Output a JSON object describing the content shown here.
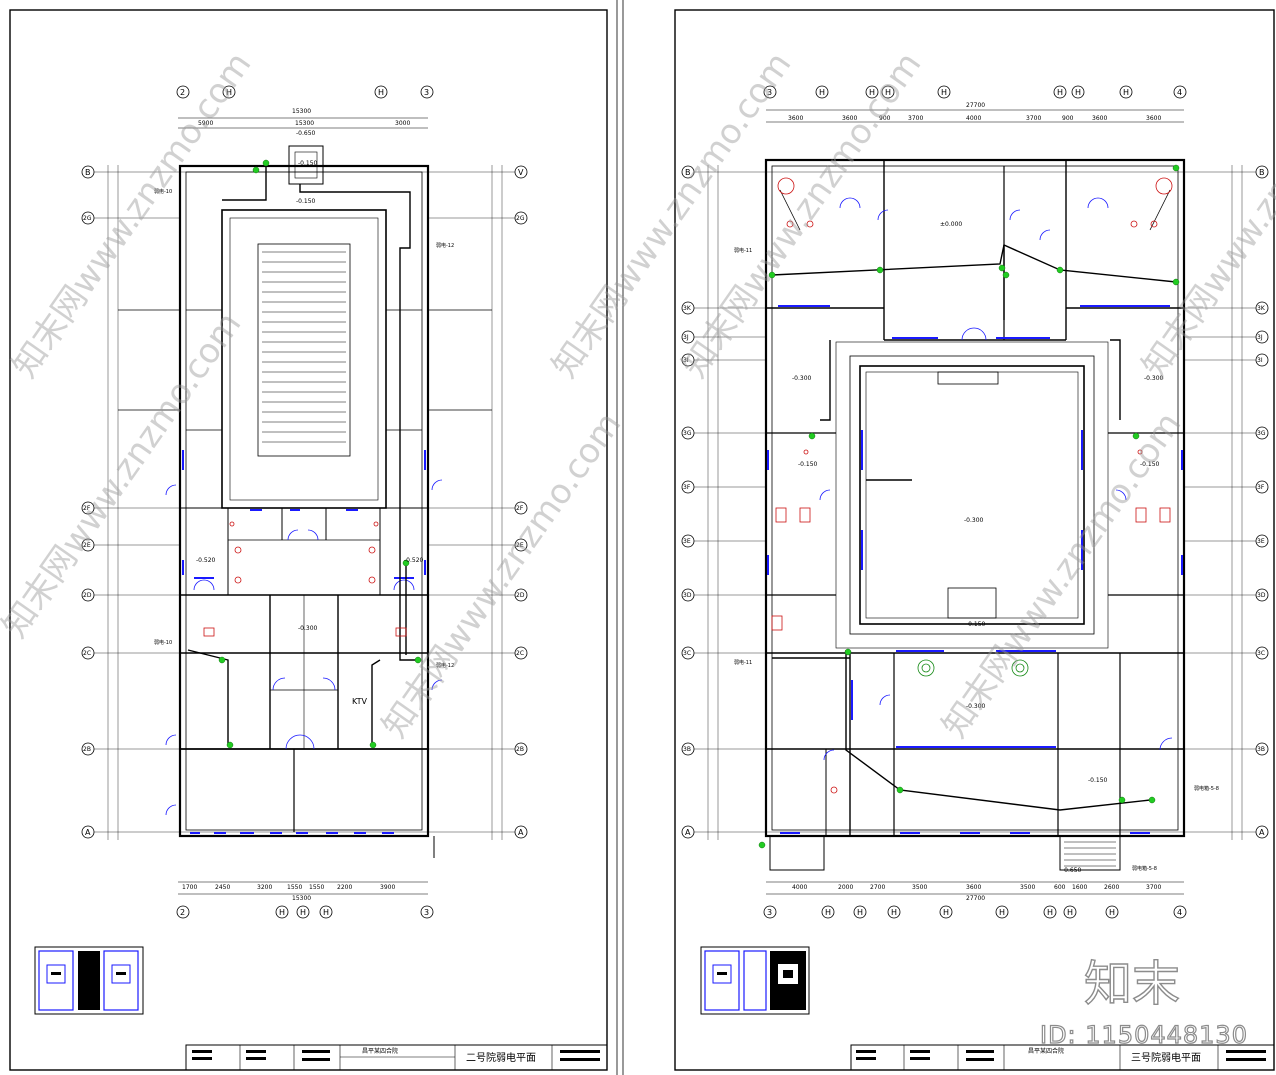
{
  "sheets": [
    {
      "id": "left",
      "top_axes": [
        "2",
        "H",
        "H",
        "3"
      ],
      "bottom_axes": [
        "2",
        "H",
        "H",
        "H",
        "3"
      ],
      "row_axes": [
        "B",
        "2G",
        "2F",
        "2E",
        "2D",
        "2C",
        "2B",
        "A"
      ],
      "right_row_axes": [
        "V",
        "2G",
        "2F",
        "2E",
        "2D",
        "2C",
        "2B",
        "A"
      ],
      "top_total": "15300",
      "top_dims": [
        "5900",
        "15300",
        "3000"
      ],
      "bottom_total": "15300",
      "bottom_dims": [
        "1700",
        "2450",
        "3200",
        "1550",
        "1550",
        "2200",
        "3900"
      ],
      "levels": [
        "-0.650",
        "-0.150",
        "-0.300",
        "-0.520",
        "-0.520",
        "-0.150"
      ],
      "room_labels": [
        "KTV",
        "弱电-10",
        "弱电-10",
        "弱电-12",
        "弱电-12"
      ],
      "title_block": {
        "project": "昌平某四合院",
        "drawing": "二号院弱电平面"
      }
    },
    {
      "id": "right",
      "top_axes": [
        "3",
        "H",
        "H",
        "H",
        "H",
        "H",
        "H",
        "H",
        "4"
      ],
      "bottom_axes": [
        "3",
        "H",
        "H",
        "H",
        "H",
        "H",
        "H",
        "H",
        "H",
        "4"
      ],
      "row_axes": [
        "B",
        "3K",
        "3J",
        "3I",
        "3G",
        "3F",
        "3E",
        "3D",
        "3C",
        "3B",
        "A"
      ],
      "top_total": "27700",
      "top_dims": [
        "3600",
        "3600",
        "900",
        "3700",
        "4000",
        "3700",
        "900",
        "3600",
        "3600"
      ],
      "bottom_total": "27700",
      "bottom_dims": [
        "4000",
        "2000",
        "2700",
        "3500",
        "3600",
        "3500",
        "600",
        "1600",
        "2600",
        "3700"
      ],
      "levels": [
        "±0.000",
        "-0.300",
        "-0.300",
        "-0.150",
        "-0.300",
        "-0.300",
        "-0.150",
        "-0.150",
        "-0.150",
        "-0.650"
      ],
      "room_labels": [
        "弱电-11",
        "弱电-11",
        "弱电箱-5-8",
        "弱电箱-5-8"
      ],
      "title_block": {
        "project": "昌平某四合院",
        "drawing": "三号院弱电平面"
      }
    }
  ],
  "watermark": {
    "text": "知末网www.znzmo.com",
    "brand": "知末",
    "id_text": "ID: 1150448130"
  }
}
